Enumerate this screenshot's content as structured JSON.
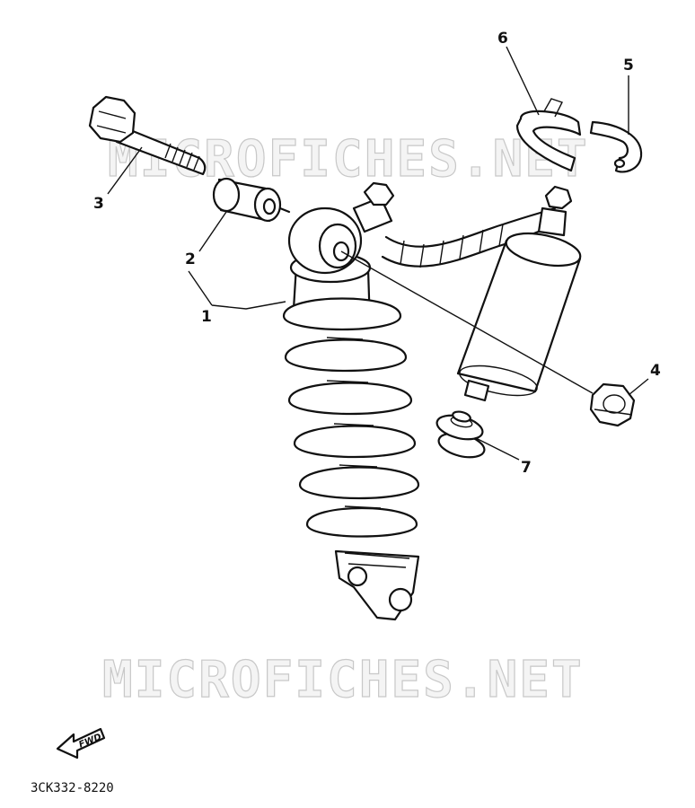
{
  "watermark": "MICROFICHES.NET",
  "diagram_code": "3CK332-8220",
  "fwd_label": "FWD",
  "callouts": [
    {
      "id": "1",
      "label": "1"
    },
    {
      "id": "2",
      "label": "2"
    },
    {
      "id": "3",
      "label": "3"
    },
    {
      "id": "4",
      "label": "4"
    },
    {
      "id": "5",
      "label": "5"
    },
    {
      "id": "6",
      "label": "6"
    },
    {
      "id": "7",
      "label": "7"
    }
  ]
}
